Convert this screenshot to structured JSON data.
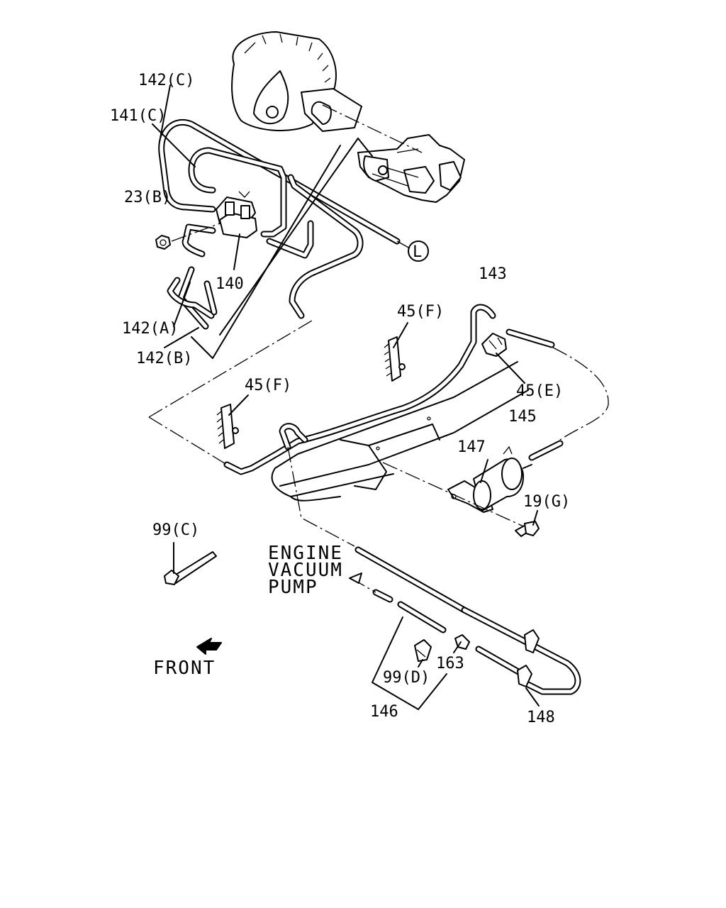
{
  "labels": {
    "p142c": "142(C)",
    "p141c": "141(C)",
    "p23b": "23(B)",
    "p140": "140",
    "p142a": "142(A)",
    "p142b": "142(B)",
    "p143": "143",
    "p45f_top": "45(F)",
    "p45e": "45(E)",
    "p45f_left": "45(F)",
    "p145": "145",
    "p147": "147",
    "p19g": "19(G)",
    "p99c": "99(C)",
    "p99d": "99(D)",
    "p163": "163",
    "p146": "146",
    "p148": "148",
    "ref_l": "L"
  },
  "callouts": {
    "engine_vacuum_pump": [
      "ENGINE",
      "VACUUM",
      "PUMP"
    ],
    "front": "FRONT"
  }
}
